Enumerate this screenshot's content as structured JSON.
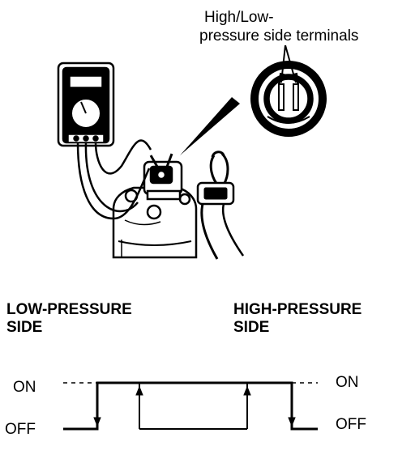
{
  "callout": {
    "line1": "High/Low-",
    "line2": "pressure side terminals"
  },
  "low_side": {
    "line1": "LOW-PRESSURE",
    "line2": "SIDE"
  },
  "high_side": {
    "line1": "HIGH-PRESSURE",
    "line2": "SIDE"
  },
  "states": {
    "on": "ON",
    "off": "OFF"
  },
  "icons": {
    "meter": "multimeter-icon",
    "connector": "switch-connector-icon",
    "terminal_view": "terminal-closeup-icon",
    "harness": "harness-plug-icon",
    "receiver": "receiver-drier-icon"
  }
}
